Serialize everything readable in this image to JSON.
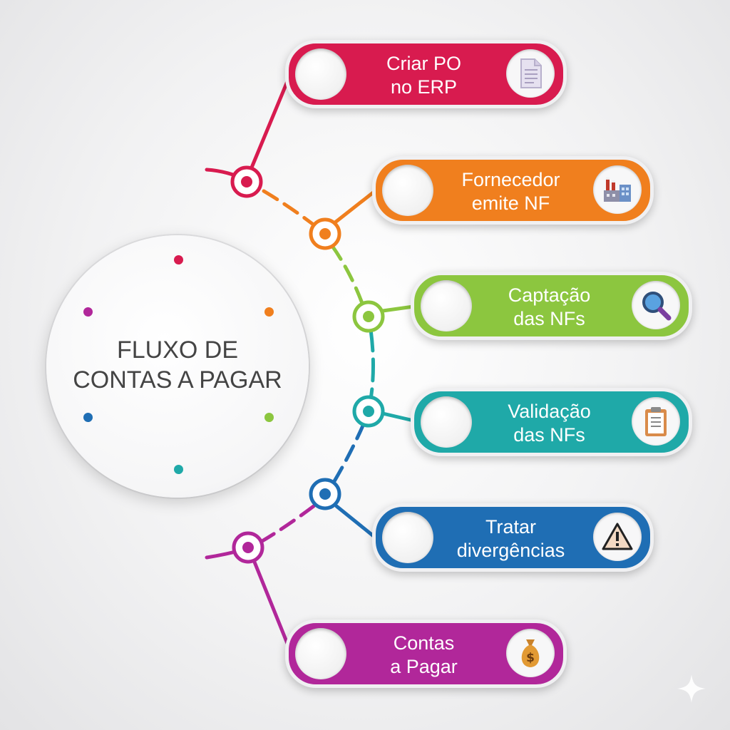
{
  "hub": {
    "title_line1": "FLUXO DE",
    "title_line2": "CONTAS A PAGAR"
  },
  "steps": [
    {
      "line1": "Criar PO",
      "line2": "no ERP",
      "color": "#d81b4f",
      "icon": "document-icon"
    },
    {
      "line1": "Fornecedor",
      "line2": "emite NF",
      "color": "#f07f1e",
      "icon": "factory-icon"
    },
    {
      "line1": "Captação",
      "line2": "das NFs",
      "color": "#8cc63f",
      "icon": "magnifier-icon"
    },
    {
      "line1": "Validação",
      "line2": "das NFs",
      "color": "#1fa9a8",
      "icon": "clipboard-icon"
    },
    {
      "line1": "Tratar",
      "line2": "divergências",
      "color": "#1f6eb4",
      "icon": "warning-icon"
    },
    {
      "line1": "Contas",
      "line2": "a Pagar",
      "color": "#b1279a",
      "icon": "money-bag-icon"
    }
  ]
}
